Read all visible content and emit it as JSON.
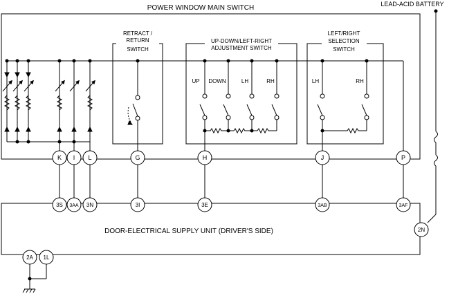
{
  "main_switch": {
    "title": "POWER WINDOW MAIN SWITCH",
    "retract_label_1": "RETRACT /",
    "retract_label_2": "RETURN",
    "retract_label_3": "SWITCH",
    "adjust_label_1": "UP-DOWN/LEFT-RIGHT",
    "adjust_label_2": "ADJUSTMENT SWITCH",
    "select_label_1": "LEFT/RIGHT",
    "select_label_2": "SELECTION",
    "select_label_3": "SWITCH",
    "adjust_switches": [
      "UP",
      "DOWN",
      "LH",
      "RH"
    ],
    "select_switches": [
      "LH",
      "RH"
    ],
    "terminals": [
      "K",
      "I",
      "L",
      "G",
      "H",
      "J",
      "P"
    ]
  },
  "battery": {
    "label": "LEAD-ACID BATTERY"
  },
  "supply_unit": {
    "title": "DOOR-ELECTRICAL SUPPLY UNIT (DRIVER'S SIDE)",
    "terminals": [
      "3S",
      "3AA",
      "3N",
      "3I",
      "3E",
      "3AB",
      "3AF"
    ],
    "power_terminal": "2N",
    "ground_terminals": [
      "2A",
      "1L"
    ]
  }
}
